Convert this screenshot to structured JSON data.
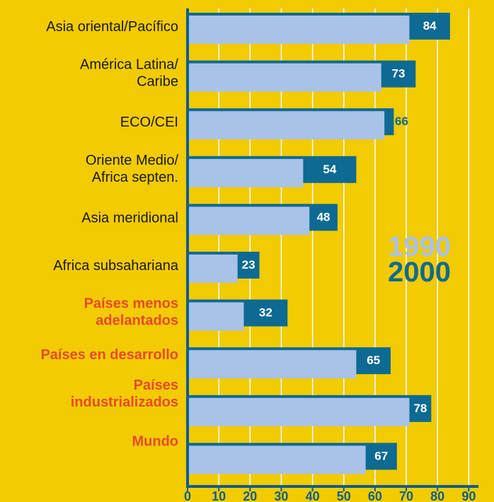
{
  "chart_data": {
    "type": "bar",
    "orientation": "horizontal",
    "categories": [
      [
        "Asia oriental/Pacífico"
      ],
      [
        "América Latina/",
        "Caribe"
      ],
      [
        "ECO/CEI"
      ],
      [
        "Oriente Medio/",
        "Africa septen."
      ],
      [
        "Asia meridional"
      ],
      [
        "Africa subsahariana"
      ],
      [
        "Países menos",
        "adelantados"
      ],
      [
        "Países en desarrollo"
      ],
      [
        "Países",
        "industrializados"
      ],
      [
        "Mundo"
      ]
    ],
    "highlighted_categories": [
      6,
      7,
      8,
      9
    ],
    "series": [
      {
        "name": "1990",
        "values": [
          71,
          62,
          63,
          37,
          39,
          16,
          18,
          54,
          71,
          57
        ]
      },
      {
        "name": "2000",
        "values": [
          84,
          73,
          66,
          54,
          48,
          23,
          32,
          65,
          78,
          67
        ]
      }
    ],
    "value_labels": [
      "84",
      "73",
      "66",
      "54",
      "48",
      "23",
      "32",
      "65",
      "78",
      "67"
    ],
    "xticks": [
      "0",
      "10",
      "20",
      "30",
      "40",
      "50",
      "60",
      "70",
      "80",
      "90"
    ],
    "xlim": [
      0,
      90
    ],
    "grid": true,
    "legend": "right-middle",
    "colors": {
      "background": "#F2CB00",
      "series_1990": "#A9C2E8",
      "series_2000": "#0D6A93",
      "axis": "#0D5E8A",
      "highlight_label": "#E8492A",
      "normal_label": "#1a1a1a",
      "grid": "#FFFFFF"
    }
  }
}
